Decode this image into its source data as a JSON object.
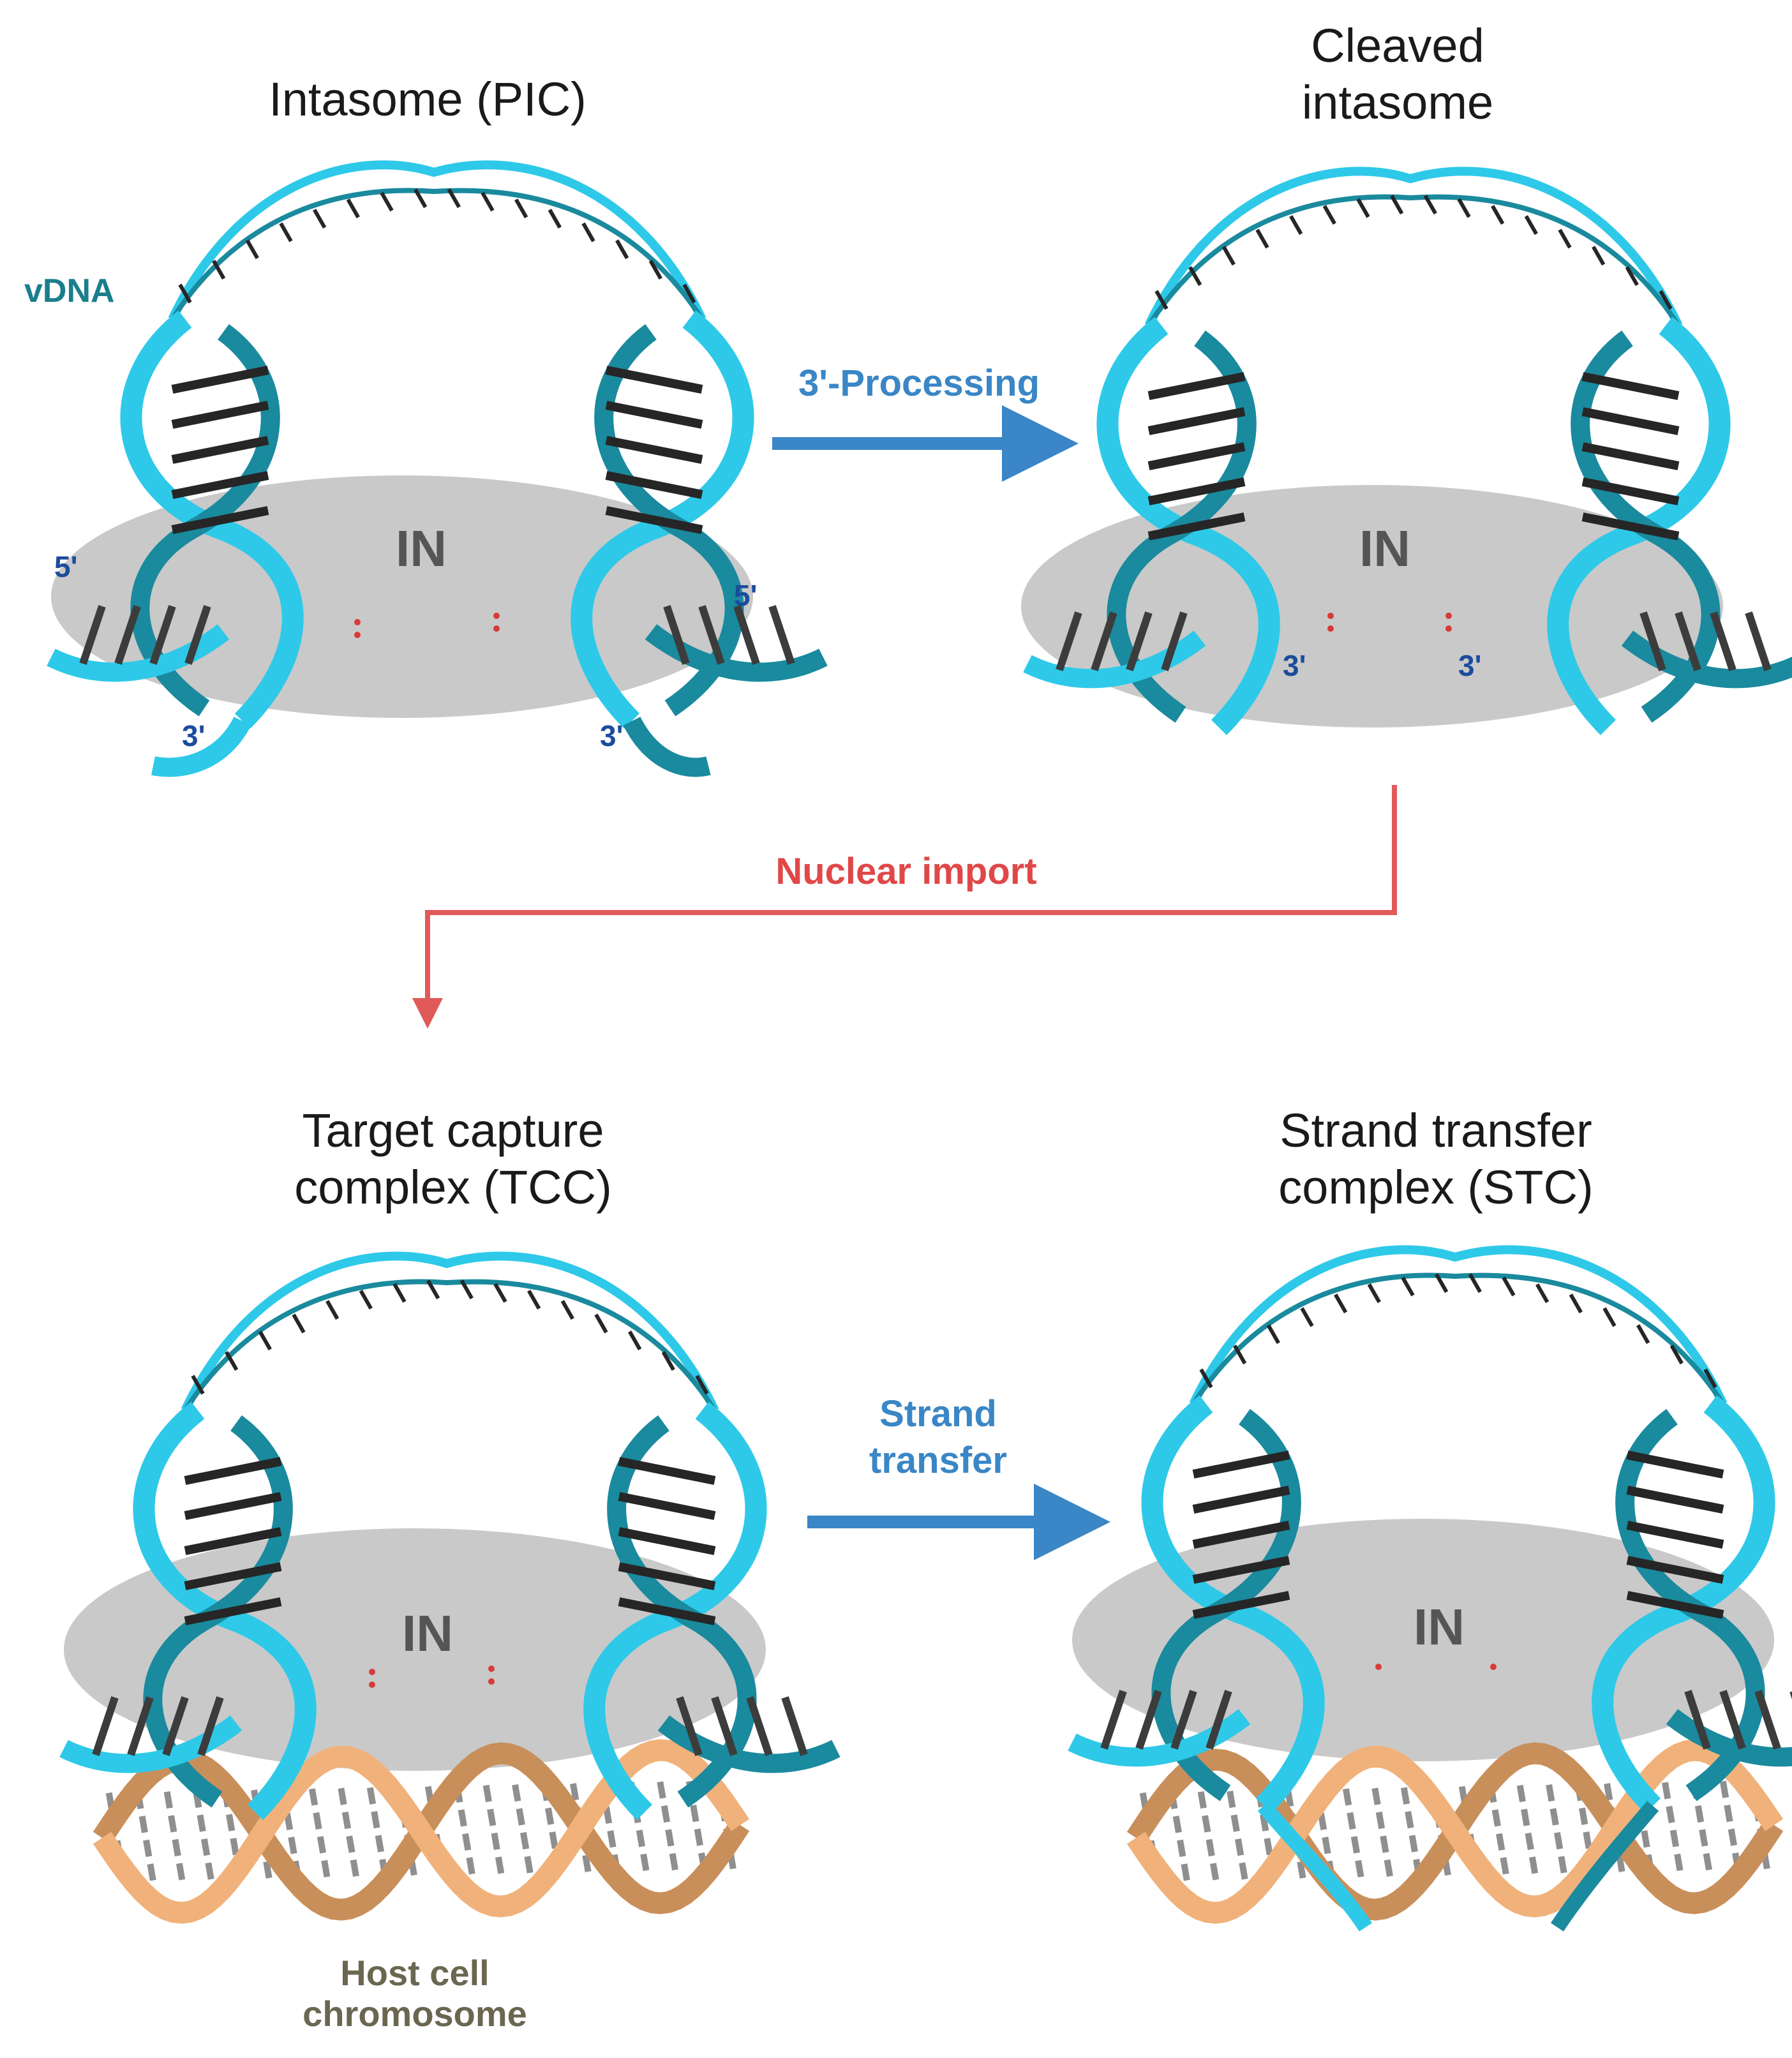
{
  "colors": {
    "vdna_light": "#2ec9e8",
    "vdna_dark": "#1a8a9e",
    "vdna_text": "#1a7e8c",
    "end_text": "#1c4c9c",
    "forward_arrow": "#3a86c6",
    "import_arrow": "#e05a5a",
    "import_text": "#e04848",
    "in_disc": "#c9c9c9",
    "host_dna": "#f0b27a",
    "host_text": "#6b6650",
    "base_pair": "#262626"
  },
  "panels": {
    "pic": {
      "title_lines": [
        "Intasome (PIC)"
      ],
      "vdna_label": "vDNA",
      "in_label": "IN",
      "ends": [
        "5'",
        "3'",
        "3'",
        "5'"
      ]
    },
    "cleaved": {
      "title_lines": [
        "Cleaved",
        "intasome"
      ],
      "in_label": "IN",
      "ends": [
        "3'",
        "3'"
      ]
    },
    "tcc": {
      "title_lines": [
        "Target capture",
        "complex (TCC)"
      ],
      "in_label": "IN",
      "host_label_lines": [
        "Host cell",
        "chromosome"
      ]
    },
    "stc": {
      "title_lines": [
        "Strand transfer",
        "complex (STC)"
      ],
      "in_label": "IN"
    }
  },
  "steps": {
    "processing": {
      "label_lines": [
        "3'-Processing"
      ]
    },
    "nuclear_import": {
      "label_lines": [
        "Nuclear import"
      ]
    },
    "strand_transfer": {
      "label_lines": [
        "Strand",
        "transfer"
      ]
    }
  }
}
